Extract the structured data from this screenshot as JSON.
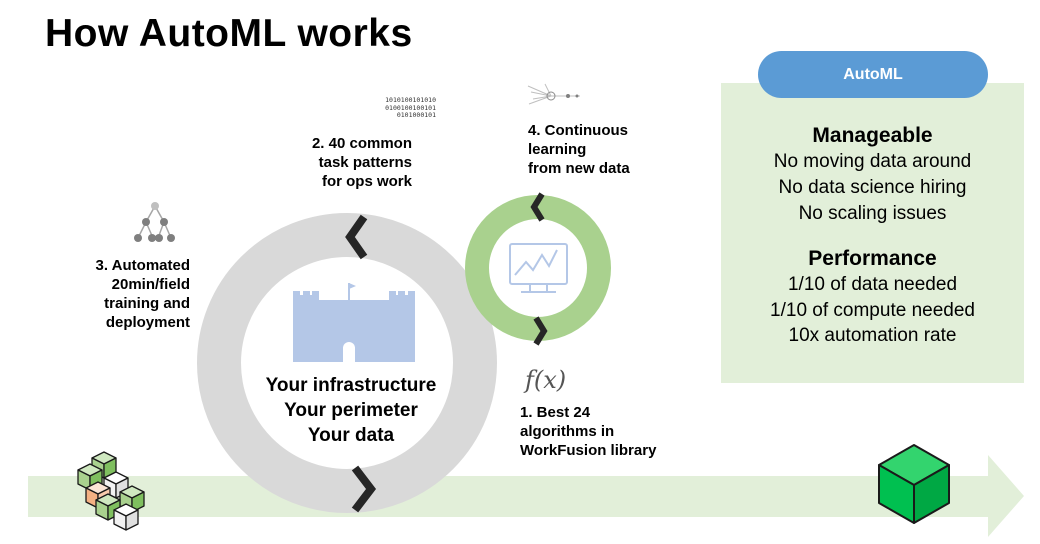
{
  "title": "How AutoML works",
  "steps": {
    "step1": [
      "1. Best 24",
      "algorithms in",
      "WorkFusion library"
    ],
    "step2": [
      "2. 40 common",
      "task patterns",
      "for ops work"
    ],
    "step3": [
      "3. Automated",
      "20min/field",
      "training and",
      "deployment"
    ],
    "step4": [
      "4. Continuous",
      "learning",
      "from new data"
    ]
  },
  "center": [
    "Your infrastructure",
    "Your perimeter",
    "Your data"
  ],
  "binary": [
    "1010100101010",
    "0100100100101",
    "0101000101"
  ],
  "formula": "f(x)",
  "automl": {
    "badge": "AutoML",
    "manageable_title": "Manageable",
    "manageable": [
      "No moving data around",
      "No data science hiring",
      "No scaling issues"
    ],
    "performance_title": "Performance",
    "performance": [
      "1/10 of data needed",
      "1/10 of compute needed",
      "10x automation rate"
    ]
  },
  "colors": {
    "arrow_band": "#e2efd9",
    "big_ring": "#d9d9d9",
    "small_ring": "#a9d18e",
    "castle": "#b4c7e7",
    "badge": "#5b9bd5",
    "panel": "#e2efd9",
    "cube": "#00c050"
  },
  "icons": [
    "hierarchy-icon",
    "castle-icon",
    "monitor-chart-icon",
    "neural-network-icon",
    "cubes-icon",
    "cube-icon"
  ]
}
